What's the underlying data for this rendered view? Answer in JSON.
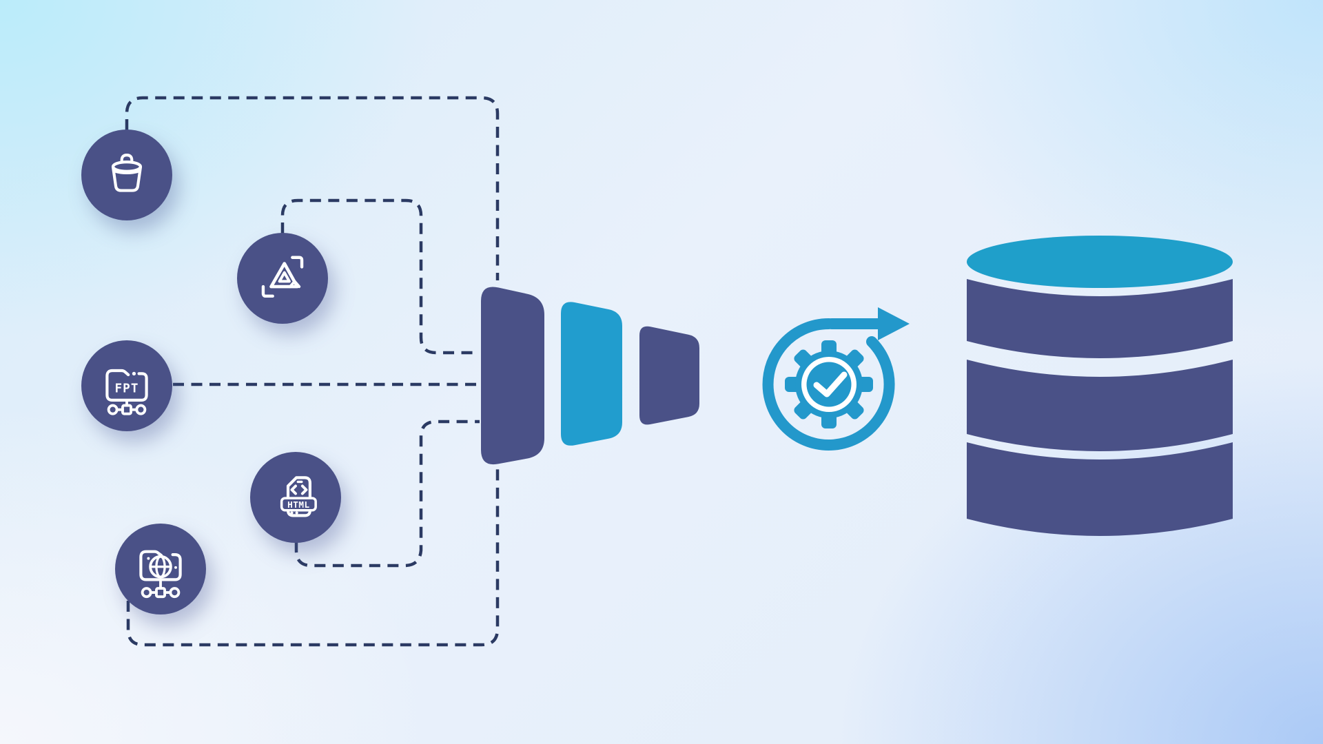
{
  "diagram_title": "data-sources-funnel-to-database-pipeline",
  "colors": {
    "navy": "#4a5187",
    "cyan_funnel": "#219dce",
    "cyan_database_top": "#1f9fca",
    "cyan_gear": "#2398cb",
    "dash_line": "#2b3a63",
    "icon_stroke": "#ffffff",
    "bg_top_left": "#bfecfa",
    "bg_top_right": "#bfe3fb",
    "bg_bottom_left": "#f4f6fc",
    "bg_bottom_right": "#aac9f6"
  },
  "sources": {
    "bucket": {
      "icon": "bucket-icon"
    },
    "drive": {
      "icon": "cloud-drive-icon"
    },
    "ftp": {
      "icon": "ftp-folder-icon",
      "label": "FPT"
    },
    "html": {
      "icon": "html-file-icon",
      "label": "HTML"
    },
    "web_folder": {
      "icon": "network-folder-globe-icon"
    }
  },
  "funnel": {
    "segment_count": 3
  },
  "processing": {
    "icon": "gear-check-cycle-arrow-icon"
  },
  "database": {
    "icon": "database-cylinder-icon",
    "band_count": 3
  }
}
